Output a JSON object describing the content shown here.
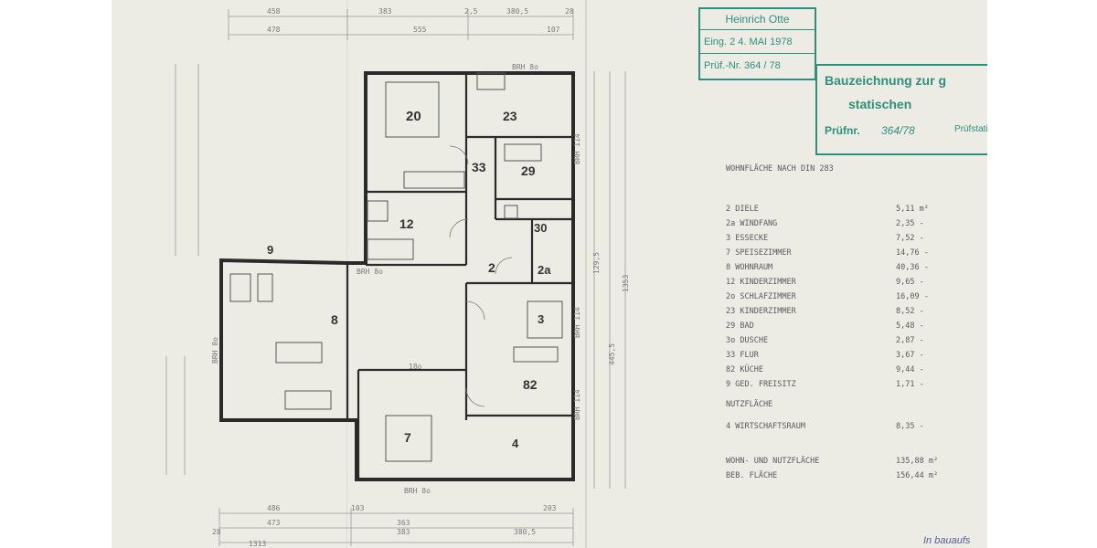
{
  "stamp_one": {
    "name": "Heinrich Otte",
    "date": "Eing. 2 4. MAI 1978",
    "pruef": "Prüf.-Nr. 364 / 78"
  },
  "stamp_two": {
    "line1": "Bauzeichnung zur g",
    "line2": "statischen",
    "label": "Prüfnr.",
    "value": "364/78",
    "tail": "Prüfstati"
  },
  "rooms": {
    "r20": "20",
    "r23": "23",
    "r33": "33",
    "r29": "29",
    "r12": "12",
    "r30": "30",
    "r9": "9",
    "r2": "2",
    "r2a": "2a",
    "r8": "8",
    "r3": "3",
    "r82": "82",
    "r7": "7",
    "r4": "4"
  },
  "plan_dims": {
    "top1": "458",
    "top2": "383",
    "top3": "2,5",
    "top4": "380,5",
    "top5": "28",
    "top6": "478",
    "top7": "555",
    "top8": "107",
    "bot1": "486",
    "bot2": "473",
    "bot3": "363",
    "bot4": "383",
    "bot5": "380,5",
    "bot6": "1313",
    "bot7": "28",
    "bot8": "103",
    "bot9": "203",
    "right1": "1353",
    "right2": "445,5",
    "right3": "129,5",
    "mid1": "18o",
    "brh1": "BRH 8o",
    "brh2": "BRH 114",
    "brh3": "BRH 114",
    "brh4": "BRH 114",
    "brh5": "BRH 8o",
    "brh6": "BRH 8o",
    "brh7": "BRH 8o"
  },
  "area_table": {
    "title": "WOHNFLÄCHE NACH DIN 283",
    "rows": [
      {
        "label": "2  DIELE",
        "value": "5,11 m²"
      },
      {
        "label": "2a WINDFANG",
        "value": "2,35 -"
      },
      {
        "label": "3  ESSECKE",
        "value": "7,52 -"
      },
      {
        "label": "7  SPEISEZIMMER",
        "value": "14,76 -"
      },
      {
        "label": "8  WOHNRAUM",
        "value": "40,36 -"
      },
      {
        "label": "12 KINDERZIMMER",
        "value": "9,65 -"
      },
      {
        "label": "2o SCHLAFZIMMER",
        "value": "16,09 -"
      },
      {
        "label": "23 KINDERZIMMER",
        "value": "8,52 -"
      },
      {
        "label": "29 BAD",
        "value": "5,48 -"
      },
      {
        "label": "3o DUSCHE",
        "value": "2,87 -"
      },
      {
        "label": "33 FLUR",
        "value": "3,67 -"
      },
      {
        "label": "82 KÜCHE",
        "value": "9,44 -"
      },
      {
        "label": "9  GED. FREISITZ",
        "value": "1,71 -"
      },
      {
        "label": "NUTZFLÄCHE",
        "value": ""
      },
      {
        "label": "4  WIRTSCHAFTSRAUM",
        "value": "8,35 -"
      },
      {
        "label": "WOHN- UND NUTZFLÄCHE",
        "value": "135,88 m²"
      },
      {
        "label": "BEB. FLÄCHE",
        "value": "156,44 m²"
      }
    ]
  },
  "footer_text": "In bauaufs"
}
